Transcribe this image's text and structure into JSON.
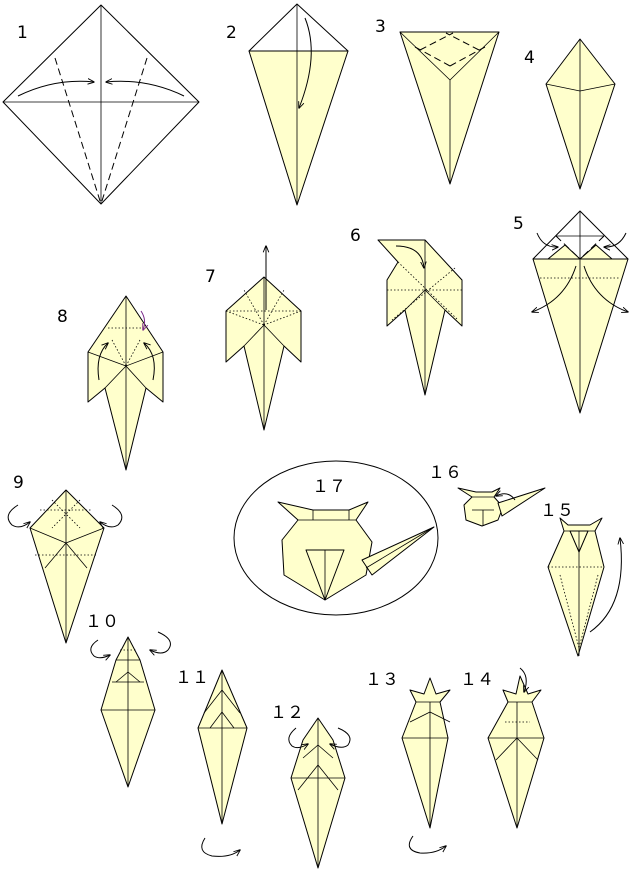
{
  "title": "",
  "colors": {
    "paper": "#ffffcc",
    "line": "#000000",
    "accent_arrow": "#7a2a8a"
  },
  "steps": [
    {
      "label": "1"
    },
    {
      "label": "2"
    },
    {
      "label": "3"
    },
    {
      "label": "4"
    },
    {
      "label": "5"
    },
    {
      "label": "6"
    },
    {
      "label": "7"
    },
    {
      "label": "8"
    },
    {
      "label": "9"
    },
    {
      "label": "１０"
    },
    {
      "label": "１１"
    },
    {
      "label": "１２"
    },
    {
      "label": "１３"
    },
    {
      "label": "１４"
    },
    {
      "label": "１５"
    },
    {
      "label": "１６"
    },
    {
      "label": "１７"
    }
  ]
}
